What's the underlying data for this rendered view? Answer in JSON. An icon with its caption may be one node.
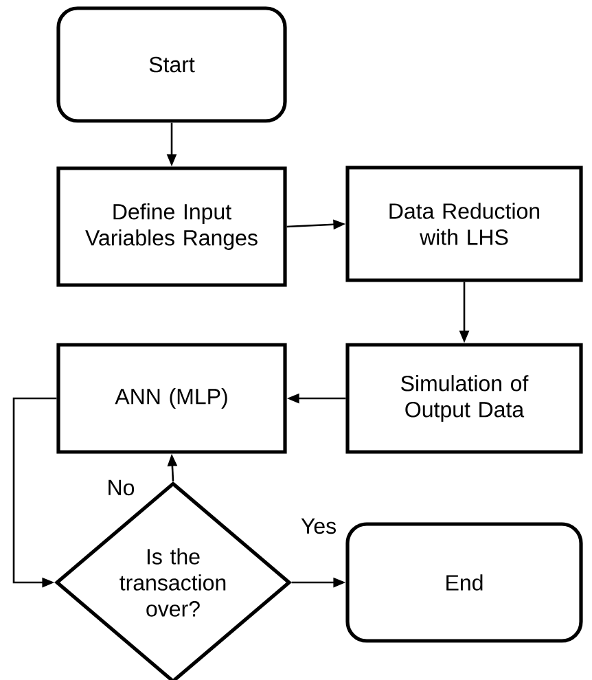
{
  "diagram": {
    "nodes": [
      {
        "text": [
          "Start"
        ]
      },
      {
        "text": [
          "Define Input Variables Ranges"
        ]
      },
      {
        "text": [
          "Data Reduction with LHS"
        ]
      },
      {
        "text": [
          "Simulation of Output Data"
        ]
      },
      {
        "text": [
          "ANN (MLP)"
        ]
      },
      {
        "text": [
          "Is the transaction over?"
        ]
      },
      {
        "text": [
          "End"
        ]
      }
    ],
    "edges": [
      {
        "from": 0,
        "to": 1,
        "arrow": "to"
      },
      {
        "from": 1,
        "to": 2,
        "arrow": "to"
      },
      {
        "from": 2,
        "to": 3,
        "arrow": "to"
      },
      {
        "from": 3,
        "to": 4,
        "arrow": "to"
      },
      {
        "from": 4,
        "to": 5,
        "arrow": "to"
      },
      {
        "from": 5,
        "to": 4,
        "label": "No",
        "arrow": "to"
      },
      {
        "from": 5,
        "to": 6,
        "label": "Yes",
        "arrow": "to"
      }
    ]
  }
}
